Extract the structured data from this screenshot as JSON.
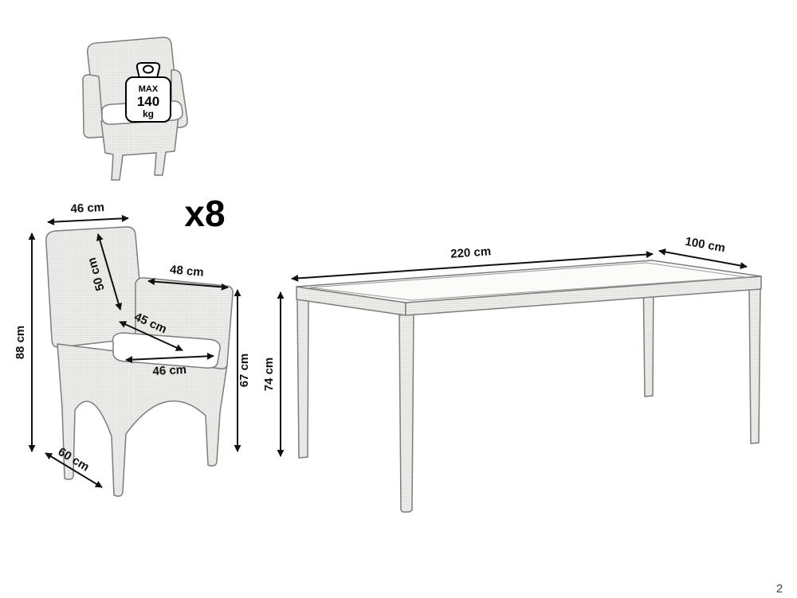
{
  "diagram": {
    "quantity": "x8",
    "weight_tag": {
      "max": "MAX",
      "value": "140",
      "unit": "kg"
    },
    "chair": {
      "back_width": "46 cm",
      "back_height": "50 cm",
      "arm_depth": "48 cm",
      "overall_height": "88 cm",
      "seat_depth": "45 cm",
      "seat_width": "46 cm",
      "seat_height": "67 cm",
      "base_depth": "60 cm"
    },
    "table": {
      "length": "220 cm",
      "width": "100 cm",
      "height": "74 cm"
    },
    "footer_mark": "2",
    "colors": {
      "background": "#ffffff",
      "dimension_lines": "#111111",
      "artwork_stroke": "#7d7d7d"
    }
  }
}
